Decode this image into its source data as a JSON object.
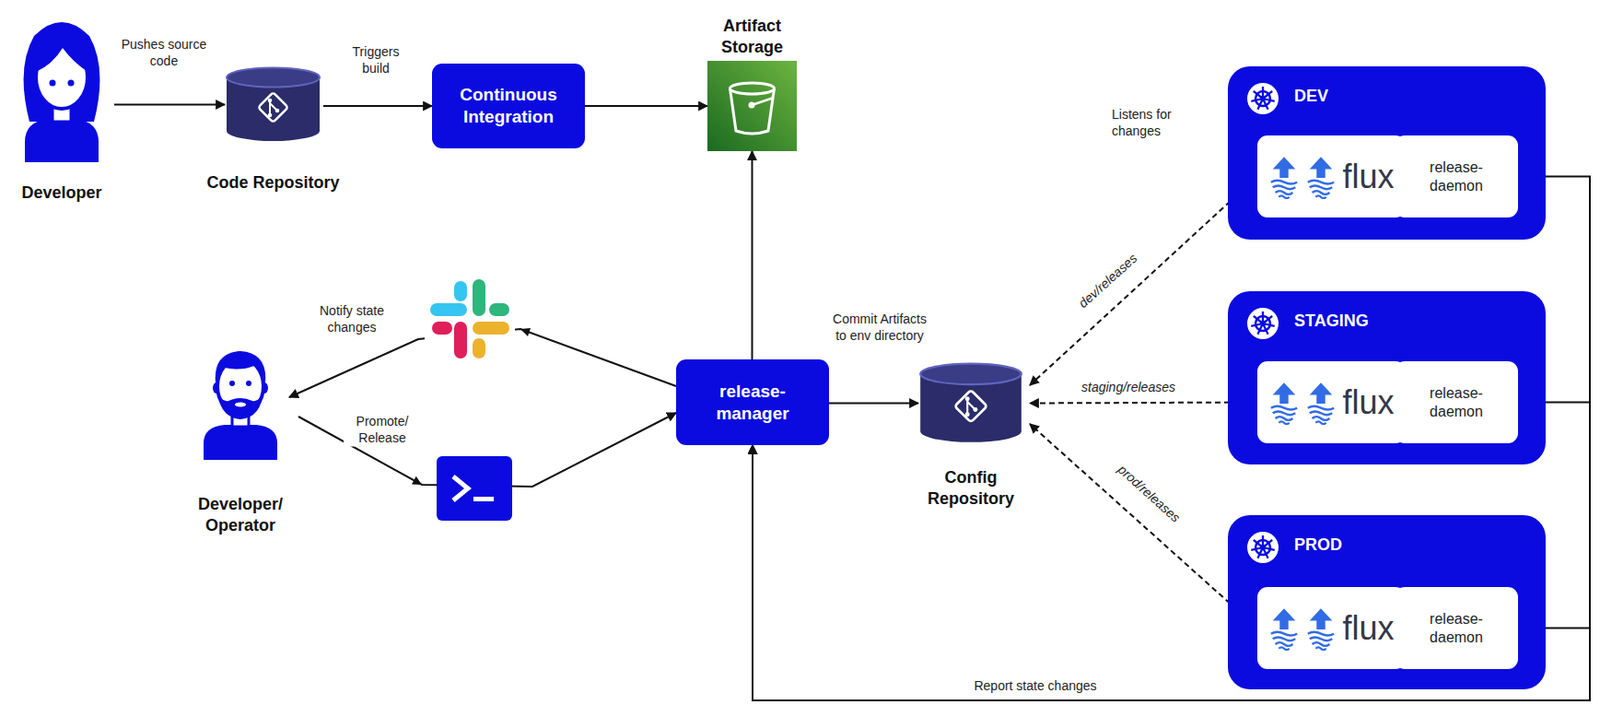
{
  "diagram": {
    "nodes": [
      {
        "text": [
          "Developer"
        ]
      },
      {
        "text": [
          "Code Repository"
        ]
      },
      {
        "text": [
          "Continuous Integration"
        ]
      },
      {
        "text": [
          "Artifact Storage"
        ]
      },
      {
        "text": [
          "DEV"
        ]
      },
      {
        "text": [
          "flux"
        ],
        "in": 4
      },
      {
        "text": [
          "release- daemon"
        ],
        "in": 4
      },
      {
        "text": [
          "STAGING"
        ]
      },
      {
        "text": [
          "flux"
        ],
        "in": 7
      },
      {
        "text": [
          "release- daemon"
        ],
        "in": 7
      },
      {
        "text": [
          "PROD"
        ]
      },
      {
        "text": [
          "flux"
        ],
        "in": 10
      },
      {
        "text": [
          "release- daemon"
        ],
        "in": 10
      },
      {
        "text": [
          "Developer/ Operator"
        ]
      },
      {
        "text": [
          "release- manager"
        ]
      },
      {
        "text": [
          "Config Repository"
        ]
      }
    ],
    "edges": [
      {
        "from": 0,
        "to": 1,
        "label": "Pushes source code",
        "arrow": "to"
      },
      {
        "from": 1,
        "to": 2,
        "label": "Triggers build",
        "arrow": "to"
      },
      {
        "from": 2,
        "to": 3,
        "arrow": "to"
      },
      {
        "from": 14,
        "to": 3,
        "arrow": "to"
      },
      {
        "from": 14,
        "to": 15,
        "label": "Commit Artifacts to env directory",
        "arrow": "to"
      },
      {
        "from": 5,
        "to": 15,
        "label": "dev/releases",
        "arrow": "to"
      },
      {
        "from": 8,
        "to": 15,
        "label": "staging/releases",
        "arrow": "to"
      },
      {
        "from": 11,
        "to": 15,
        "label": "prod/releases",
        "arrow": "to"
      },
      {
        "from": 6,
        "to": 14,
        "arrow": "to"
      },
      {
        "from": 9,
        "to": 14,
        "arrow": "to"
      },
      {
        "from": 12,
        "to": 14,
        "label": "Report state changes",
        "arrow": "to"
      },
      {
        "from": 14,
        "to": 13,
        "label": "Notify state changes",
        "arrow": "to"
      },
      {
        "from": 13,
        "to": 14,
        "label": "Promote/ Release",
        "arrow": "to"
      }
    ],
    "labels": [
      "Listens for changes"
    ]
  }
}
